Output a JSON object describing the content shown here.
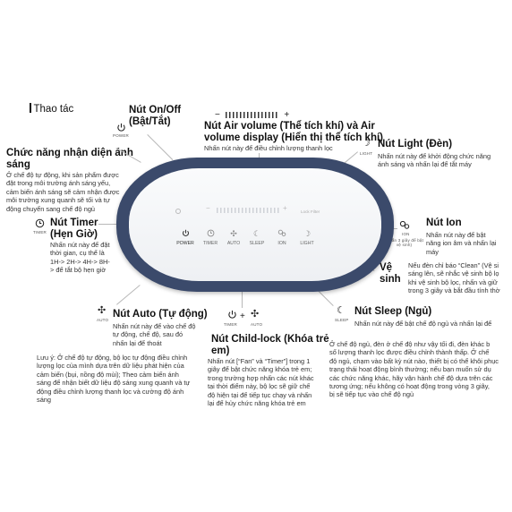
{
  "section_title": "Thao tác",
  "onoff": {
    "title1": "Nút On/Off",
    "title2": "(Bật/Tắt)",
    "icon_label": "POWER"
  },
  "volume": {
    "scale_left": "−",
    "scale_right": "+",
    "title1": "Nút Air volume (Thể tích khí) và Air",
    "title2": "volume display (Hiển thị thể tích khí)",
    "desc": "Nhấn nút này để điều chỉnh lượng thanh lọc"
  },
  "light": {
    "title": "Nút Light (Đèn)",
    "icon_label": "LIGHT",
    "desc": [
      "Nhấn nút này để khởi động chức năng",
      "ánh sáng và nhấn lại để tắt máy"
    ]
  },
  "sensor": {
    "title1": "Chức năng nhận diện ánh",
    "title2": "sáng",
    "desc": [
      "Ở chế độ tự động, khi sản phẩm được",
      "đặt trong môi trường ánh sáng yếu,",
      "cảm biến ánh sáng sẽ cảm nhận được",
      "môi trường xung quanh sẽ tối và tự",
      "động chuyển sang chế độ ngủ"
    ]
  },
  "timer": {
    "title1": "Nút Timer",
    "title2": "(Hẹn Giờ)",
    "icon_label": "TIMER",
    "desc": [
      "Nhấn nút này để đặt",
      "thời gian, cụ thể là",
      "1H-> 2H-> 4H-> 8H-",
      "> để tắt bộ hẹn giờ"
    ]
  },
  "ion": {
    "title": "Nút Ion",
    "icon_label": "ION",
    "hold_note": [
      "(Nhấn 3 giây để bật",
      "vệ sinh)"
    ],
    "desc": [
      "Nhấn nút này để bật",
      "năng ion âm và nhấn lại",
      "máy"
    ]
  },
  "clean": {
    "title1": "Vệ",
    "title2": "sinh",
    "desc": [
      "Nếu đèn chỉ báo “Clean” (Vệ si",
      "sáng lên, sẽ nhắc vệ sinh bộ lọ",
      "khi vệ sinh bộ lọc, nhấn và giữ",
      "trong 3 giây và bắt đầu tính thờ"
    ]
  },
  "auto": {
    "title": "Nút Auto (Tự động)",
    "icon_label": "AUTO",
    "desc": [
      "Nhấn nút này để vào chế độ",
      "tự động, chế độ, sau đó",
      "nhấn lại để thoát"
    ]
  },
  "note": {
    "lines": [
      "Lưu ý: Ở chế độ tự động, bộ lọc tự động điều chỉnh",
      "lượng lọc của mình dựa trên dữ liệu phát hiện của",
      "cảm biến (bụi, nồng độ mùi); Theo cảm biến ánh",
      "sáng để nhận biết dữ liệu độ sáng xung quanh và tự",
      "động điều chỉnh lượng thanh lọc và cường độ ánh",
      "sáng"
    ]
  },
  "childlock": {
    "title1": "Nút Child-lock (Khóa trẻ",
    "title2": "em)",
    "icon_label_left": "TIMER",
    "icon_label_right": "AUTO",
    "plus": "+",
    "desc": [
      "Nhấn nút [“Fan” và “Timer”] trong 1",
      "giây để bật chức năng khóa trẻ em;",
      "trong trường hợp nhấn các nút khác",
      "tại thời điểm này, bộ lọc sẽ giữ chế",
      "độ hiện tại để tiếp tục chạy và nhấn",
      "lại để hủy chức năng khóa trẻ em"
    ]
  },
  "sleep": {
    "title": "Nút Sleep (Ngủ)",
    "icon_label": "SLEEP",
    "desc1": "Nhấn nút này để bật chế độ ngủ và nhấn lại để",
    "desc": [
      "Ở chế độ ngủ, đèn ở chế độ như vậy tối đi, đèn khác b",
      "số lượng thanh lọc được điều chỉnh thành thấp. Ở chế",
      "độ ngủ, chạm vào bất kỳ nút nào, thiết bị có thể khôi phục",
      "trạng thái hoạt động bình thường; nếu bạn muốn sử dụ",
      "các chức năng khác, hãy vận hành chế độ dựa trên các",
      "tương ứng; nếu không có hoạt động trong vòng 3 giây,",
      "bị sẽ tiếp tục vào chế độ ngủ"
    ]
  },
  "device": {
    "buttons": [
      "POWER",
      "TIMER",
      "AUTO",
      "SLEEP",
      "ION",
      "LIGHT"
    ],
    "panel_text": "Lock  Filter"
  },
  "colors": {
    "device_frame": "#3b4a6b",
    "panel": "#eef0f3",
    "leader": "#b8b8b8"
  }
}
